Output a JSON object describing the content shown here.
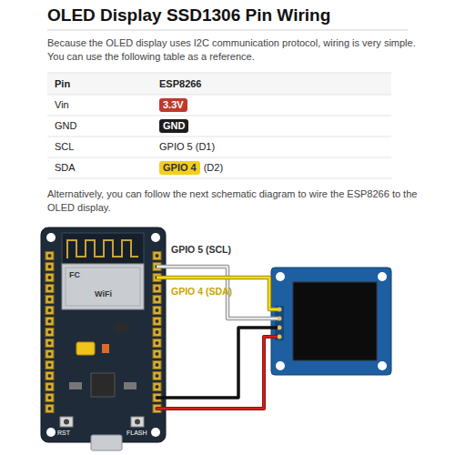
{
  "diagram": {
    "title": "OLED Display SSD1306 Pin Wiring",
    "labels": [
      "Because the OLED display uses I2C communication protocol, wiring is very simple. You can use the following table as a reference.",
      "Pin",
      "ESP8266",
      "Vin",
      "3.3V",
      "GND",
      "GND",
      "SCL",
      "GPIO 5 (D1)",
      "SDA",
      "GPIO 4",
      "(D2)",
      "Alternatively, you can follow the next schematic diagram to wire the ESP8266 to the OLED display.",
      "GPIO 5 (SCL)",
      "GPIO 4 (SDA)",
      "FC",
      "WiFi",
      "RST",
      "FLASH"
    ]
  }
}
